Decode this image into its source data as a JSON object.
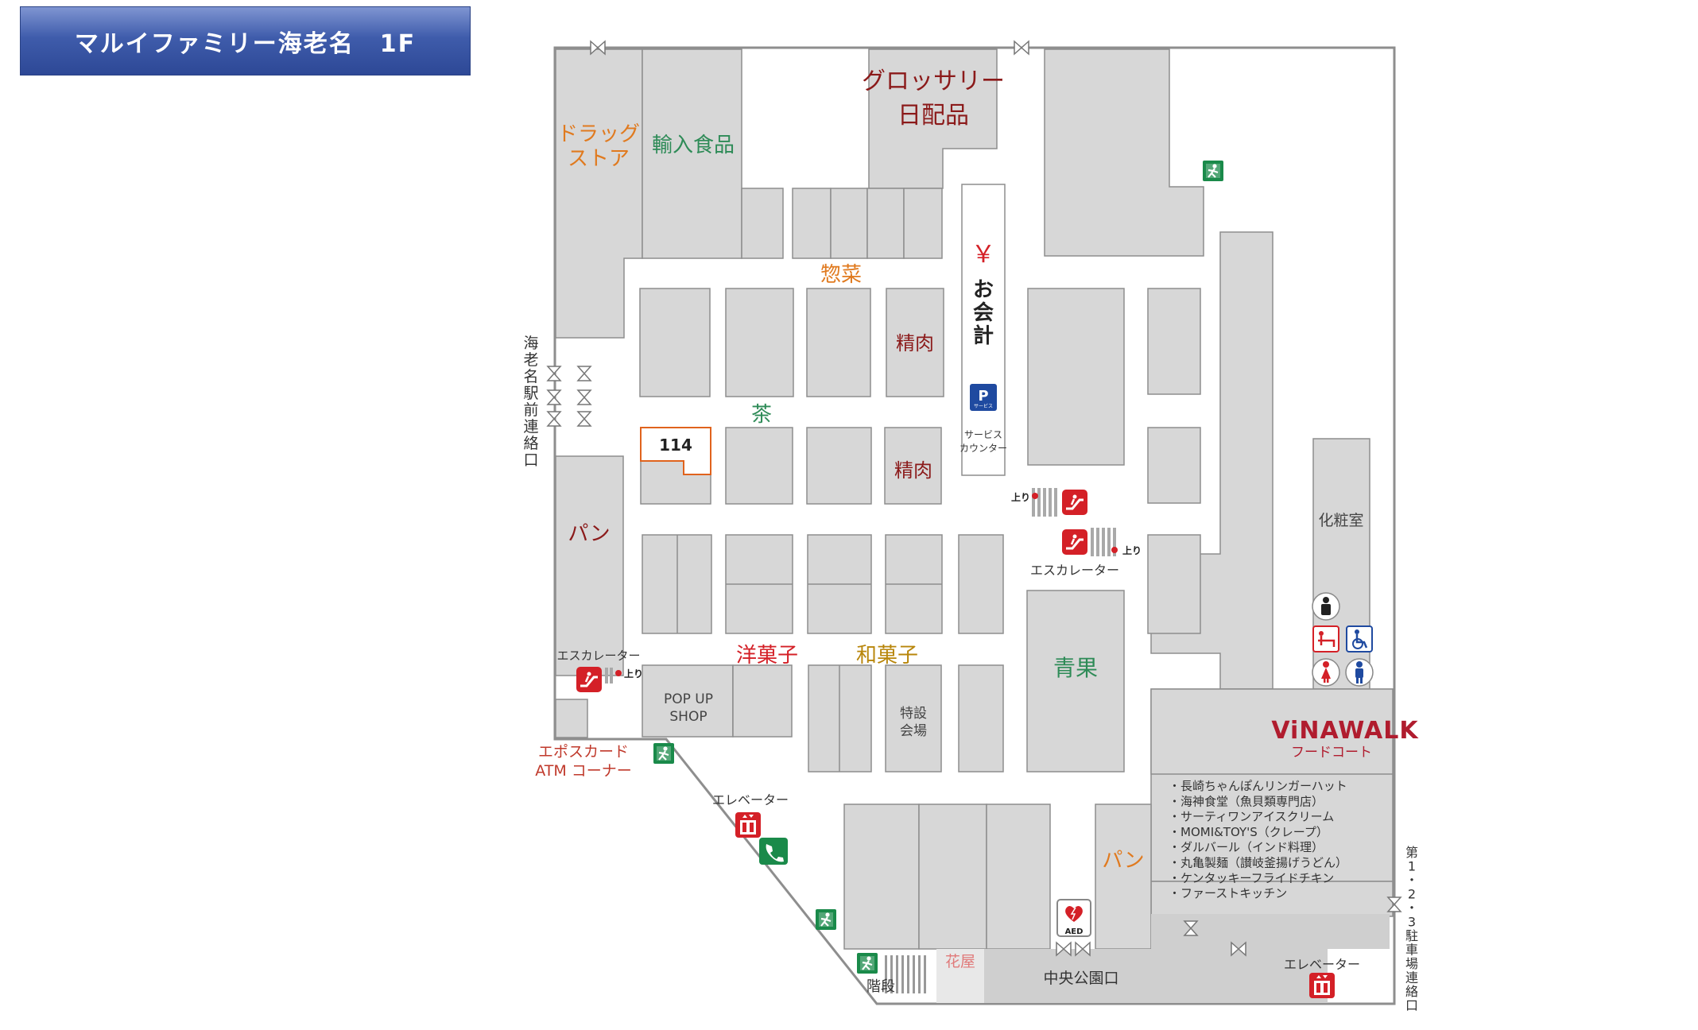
{
  "title": "マルイファミリー海老名　1F",
  "labels": {
    "drugstore_1": "ドラッグ",
    "drugstore_2": "ストア",
    "import_food": "輸入食品",
    "grocery_1": "グロッサリー",
    "grocery_2": "日配品",
    "souzai": "惣菜",
    "seiniku_1": "精肉",
    "seiniku_2": "精肉",
    "cha": "茶",
    "shop_114": "114",
    "pan_left": "パン",
    "yougashi": "洋菓子",
    "wagashi": "和菓子",
    "popup_1": "POP UP",
    "popup_2": "SHOP",
    "tokusetsu_1": "特設",
    "tokusetsu_2": "会場",
    "seika": "青果",
    "okaikei_1": "お",
    "okaikei_2": "会",
    "okaikei_3": "計",
    "yen": "￥",
    "parking_p": "P",
    "parking_sub": "サービス",
    "service_1": "サービス",
    "service_2": "カウンター",
    "up_1": "上り",
    "up_2": "上り",
    "up_3": "上り",
    "escalator_center": "エスカレーター",
    "escalator_left": "エスカレーター",
    "kesho": "化粧室",
    "vinawalk": "ViNAWALK",
    "food_court": "フードコート",
    "pan_right": "パン",
    "epos_1": "エポスカード",
    "epos_2": "ATM コーナー",
    "elevator_left": "エレベーター",
    "elevator_right": "エレベーター",
    "aed": "AED",
    "hanaya": "花屋",
    "kaidan": "階段",
    "chuo_koen": "中央公園口",
    "ebina_station": "海老名駅前連絡口",
    "parking_connect": "第1・2・3駐車場連絡口"
  },
  "food_court_list": [
    "・長崎ちゃんぽんリンガーハット",
    "・海神食堂（魚貝類専門店）",
    "・サーティワンアイスクリーム",
    "・MOMI&TOY'S（クレープ）",
    "・ダルバール（インド料理）",
    "・丸亀製麺（讃岐釜揚げうどん）",
    "・ケンタッキーフライドチキン",
    "・ファーストキッチン"
  ],
  "colors": {
    "banner": "#3f5cab",
    "shop_fill": "#d7d7d7",
    "orange": "#e07a1f",
    "green": "#2e8b57",
    "darkred": "#8b1a1a",
    "red": "#d42027",
    "blue": "#1f4aa0",
    "exit_green": "#1a8a4a"
  }
}
